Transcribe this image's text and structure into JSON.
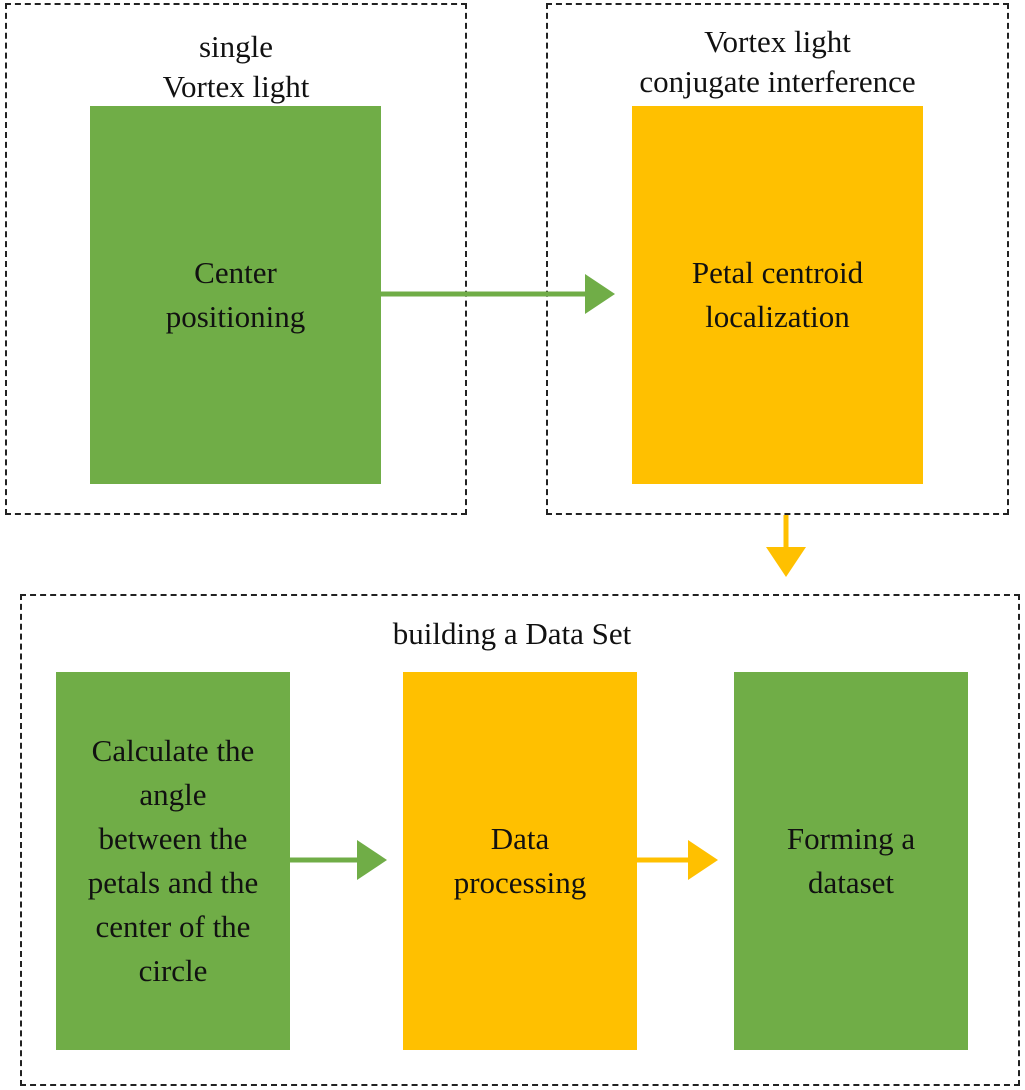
{
  "groups": {
    "single_vortex": {
      "label_lines": [
        "single",
        "Vortex light"
      ]
    },
    "conjugate": {
      "label_lines": [
        "Vortex light",
        "conjugate interference"
      ]
    },
    "dataset": {
      "label": "building a Data Set"
    }
  },
  "nodes": {
    "center": {
      "lines": [
        "Center",
        "positioning"
      ]
    },
    "petal": {
      "lines": [
        "Petal centroid",
        "localization"
      ]
    },
    "calculate": {
      "lines": [
        "Calculate the",
        "angle",
        "between the",
        "petals and the",
        "center of the",
        "circle"
      ]
    },
    "processing": {
      "lines": [
        "Data",
        "processing"
      ]
    },
    "forming": {
      "lines": [
        "Forming a",
        "dataset"
      ]
    }
  },
  "colors": {
    "green": "#70ad47",
    "yellow": "#ffc000",
    "border": "#222222"
  }
}
